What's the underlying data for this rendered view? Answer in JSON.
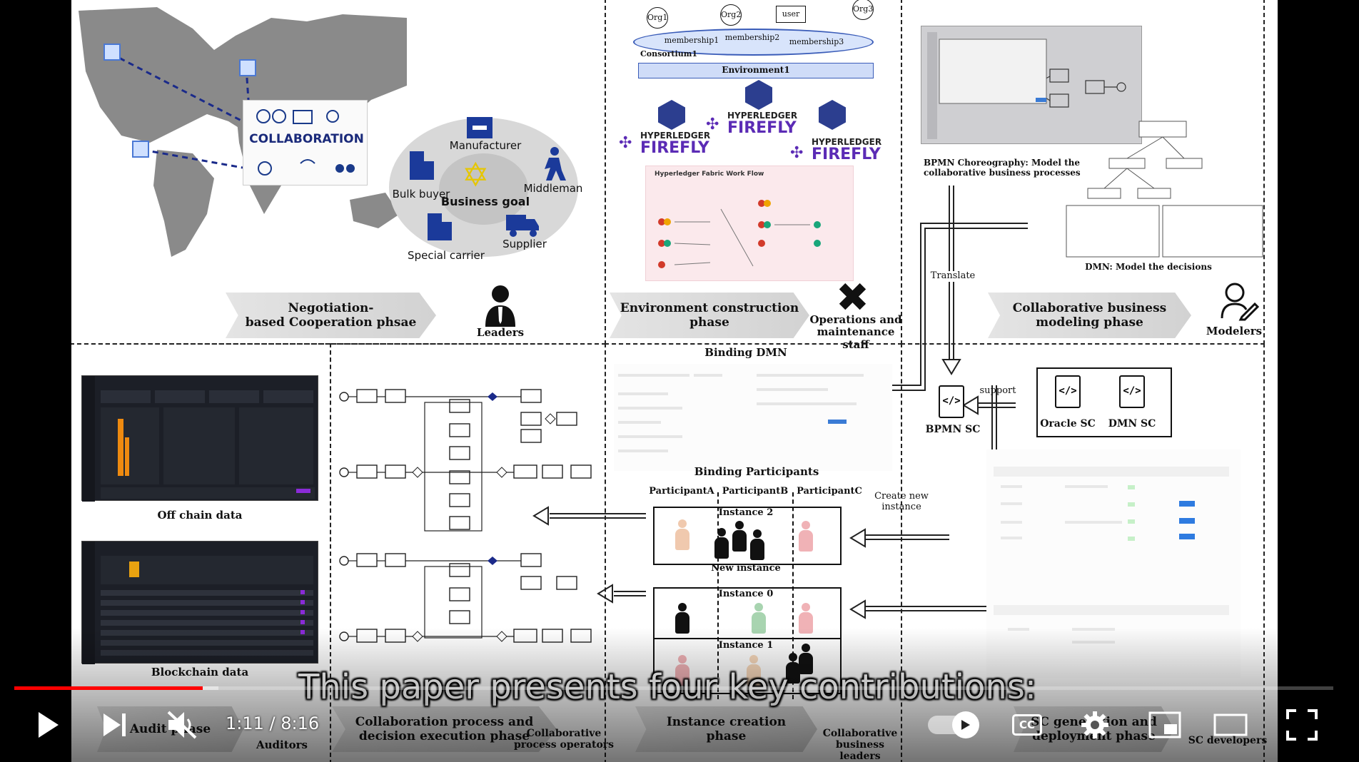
{
  "slide": {
    "top_left": {
      "collab_title": "COLLABORATION",
      "manufacturer": "Manufacturer",
      "middleman": "Middleman",
      "bulk_buyer": "Bulk buyer",
      "business_goal": "Business goal",
      "special_carrier": "Special carrier",
      "supplier": "Supplier",
      "phase": "Negotiation-\nbased Cooperation phsae",
      "role": "Leaders"
    },
    "top_middle": {
      "orgs": [
        "Org1",
        "Org2",
        "Org3"
      ],
      "user": "user",
      "memberships": [
        "membership1",
        "membership2",
        "membership3"
      ],
      "consortium": "Consortium1",
      "environment": "Environment1",
      "hyperledger": "HYPERLEDGER",
      "firefly": "FIREFLY",
      "fabric_flow": "Hyperledger Fabric Work Flow",
      "phase": "Environment construction\nphase",
      "role": "Operations and\nmaintenance staff"
    },
    "top_right": {
      "bpmn_caption": "BPMN Choreography: Model the collaborative business processes",
      "dmn_caption": "DMN: Model the decisions",
      "translate": "Translate",
      "phase": "Collaborative business\nmodeling phase",
      "role": "Modelers"
    },
    "bottom": {
      "off_chain": "Off chain data",
      "blockchain": "Blockchain data",
      "binding_dmn": "Binding DMN",
      "binding_participants": "Binding Participants",
      "participants": [
        "ParticipantA",
        "ParticipantB",
        "ParticipantC"
      ],
      "instance2": "Instance 2",
      "new_instance": "New instance",
      "instance0": "Instance 0",
      "instance1": "Instance 1",
      "create_new_instance": "Create new instance",
      "support": "support",
      "bpmn_sc": "BPMN SC",
      "oracle_sc": "Oracle SC",
      "dmn_sc": "DMN SC",
      "audit_phase": "Audit phase",
      "auditors": "Auditors",
      "collab_exec_phase": "Collaboration process and\ndecision execution phase",
      "collab_ops": "Collaborative\nprocess operators",
      "instance_phase": "Instance creation\nphase",
      "collab_leaders": "Collaborative\nbusiness leaders",
      "sc_phase": "SC generation and\ndeployment phase",
      "sc_devs": "SC developers"
    }
  },
  "caption": "This paper presents four key contributions:",
  "player": {
    "time_current": "1:11",
    "time_sep": " / ",
    "time_total": "8:16",
    "progress_played": 0.1431,
    "progress_buffered": 0.155,
    "cc_label": "CC"
  },
  "colors": {
    "accent": "#ff0000",
    "firefly": "#5b2bb5",
    "hyperledger": "#2c3e8f"
  }
}
